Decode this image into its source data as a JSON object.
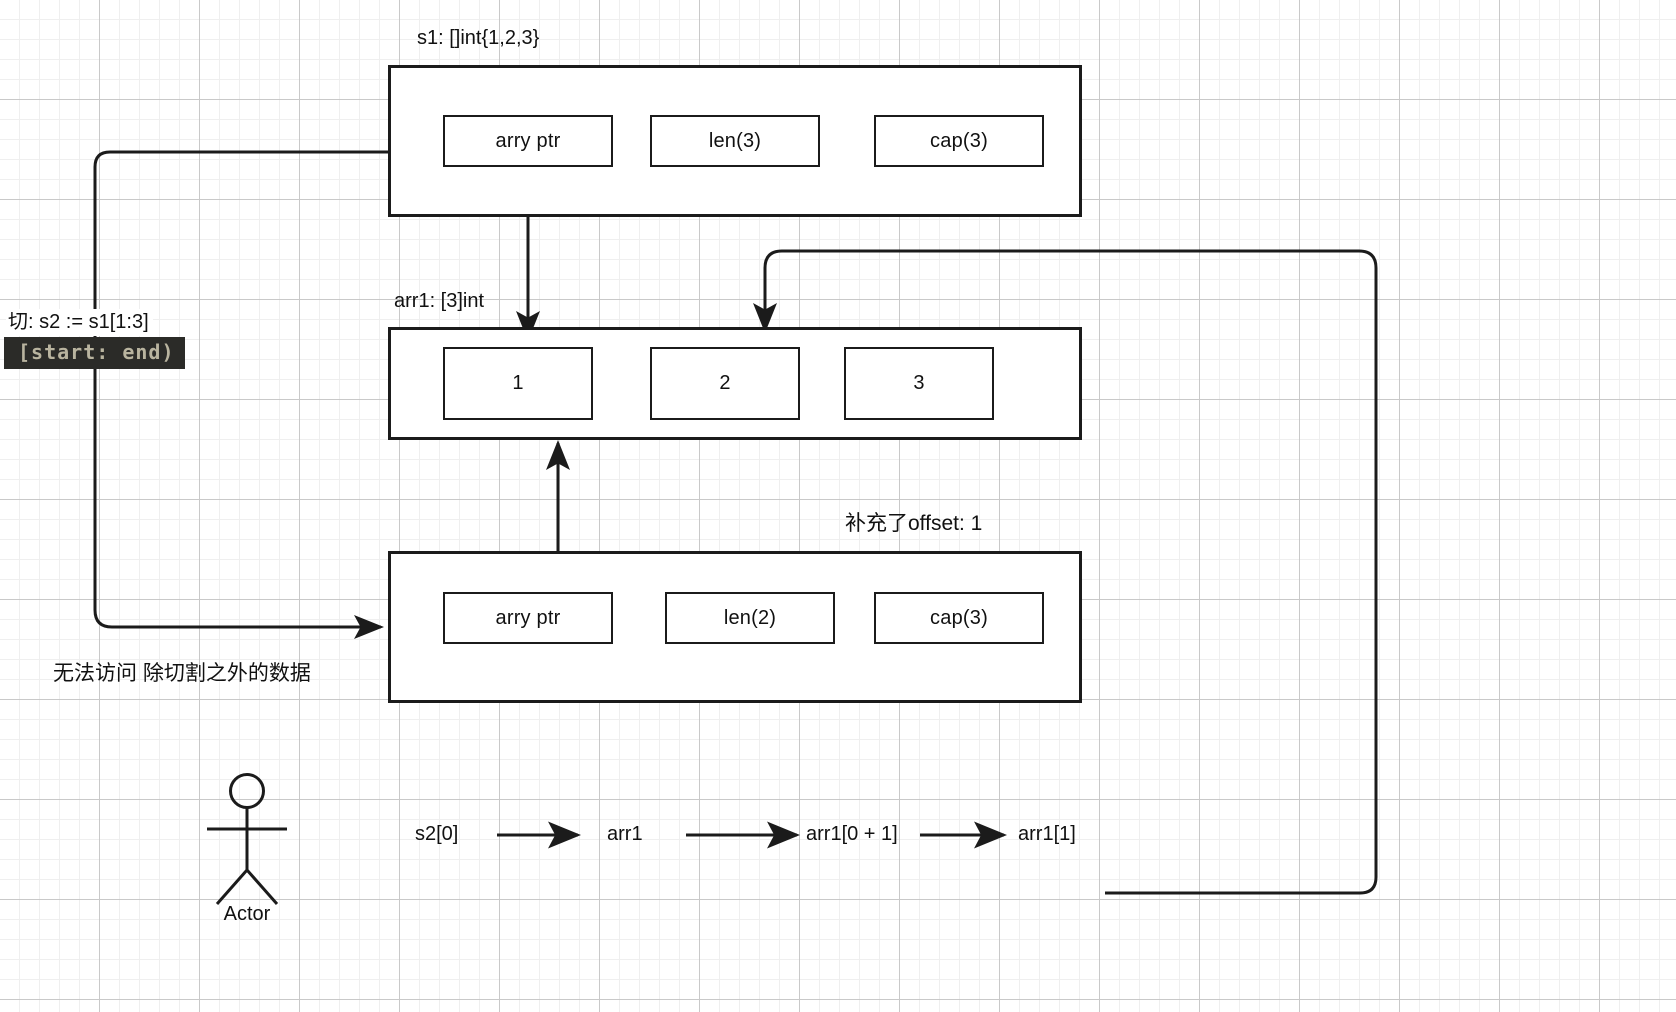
{
  "diagram": {
    "title_s1": "s1: []int{1,2,3}",
    "title_arr1": "arr1: [3]int",
    "note_offset": "补充了offset: 1",
    "note_noaccess": "无法访问 除切割之外的数据",
    "slice_expr": "切:  s2 := s1[1:3]",
    "slice_range_code": "[start: end)",
    "ink_color": "#1b1b1b",
    "code_chip_bg": "#2b2b28",
    "code_chip_fg": "#b9b49f"
  },
  "s1_struct": {
    "fields": [
      {
        "label": "arry ptr"
      },
      {
        "label": "len(3)"
      },
      {
        "label": "cap(3)"
      }
    ]
  },
  "arr1_array": {
    "elements": [
      {
        "label": "1"
      },
      {
        "label": "2"
      },
      {
        "label": "3"
      }
    ]
  },
  "s2_struct": {
    "fields": [
      {
        "label": "arry ptr"
      },
      {
        "label": "len(2)"
      },
      {
        "label": "cap(3)"
      }
    ]
  },
  "flow_chain": {
    "nodes": [
      {
        "label": "s2[0]"
      },
      {
        "label": "arr1"
      },
      {
        "label": "arr1[0 + 1]"
      },
      {
        "label": "arr1[1]"
      }
    ]
  },
  "actor": {
    "caption": "Actor"
  }
}
